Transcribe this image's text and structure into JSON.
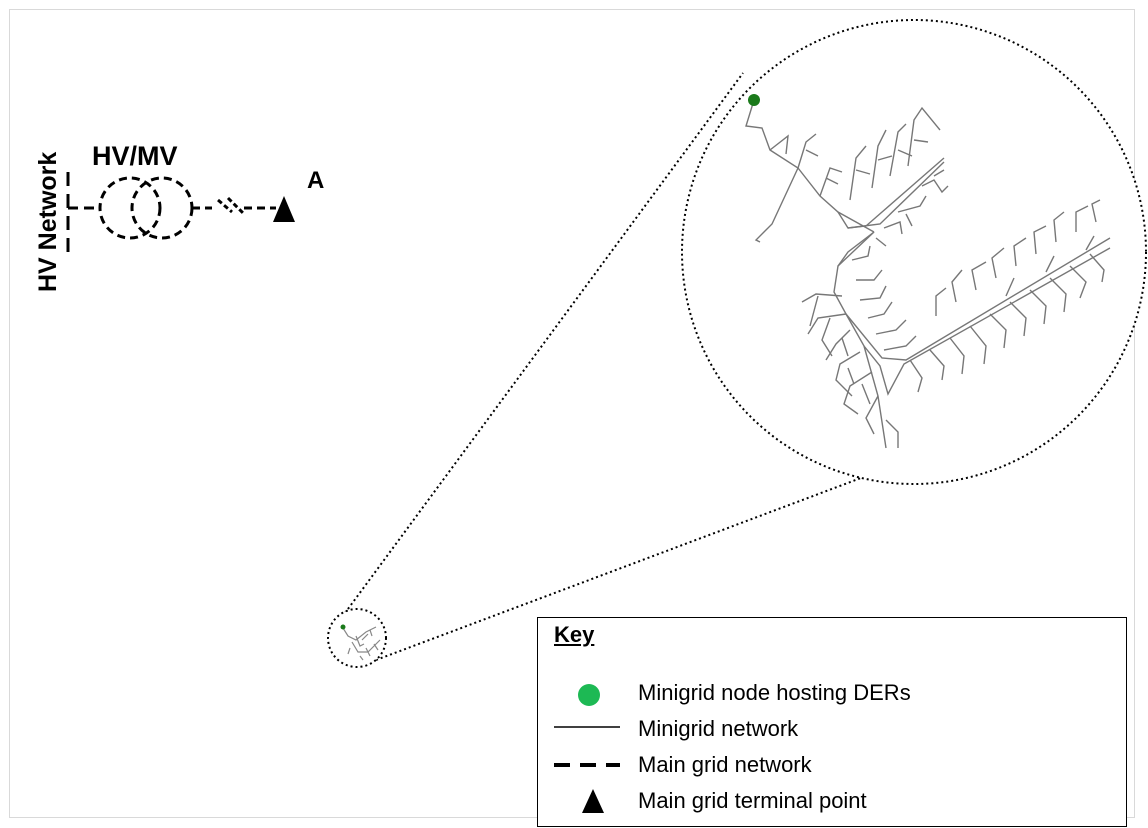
{
  "labels": {
    "hv_network": "HV Network",
    "hv_mv": "HV/MV",
    "terminal": "A"
  },
  "colors": {
    "der_node": "#1a7a1a",
    "key_der_node": "#1db954",
    "line": "#000000",
    "minigrid_line": "#777777"
  },
  "key": {
    "title": "Key",
    "items": [
      {
        "symbol": "green-dot",
        "label": "Minigrid node hosting DERs"
      },
      {
        "symbol": "solid-line",
        "label": "Minigrid network"
      },
      {
        "symbol": "dashed-line",
        "label": "Main grid network"
      },
      {
        "symbol": "triangle",
        "label": "Main grid terminal point"
      }
    ]
  }
}
